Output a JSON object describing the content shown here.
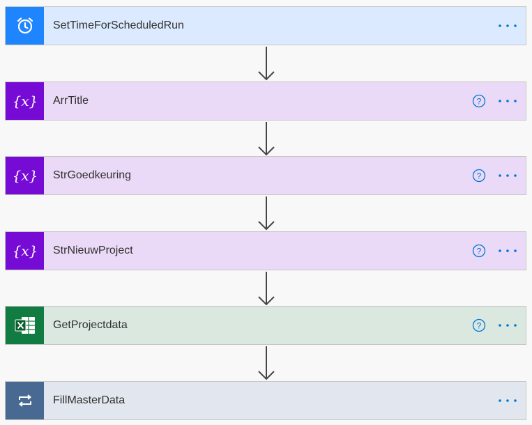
{
  "colors": {
    "schedule_icon_bg": "#1f85ff",
    "schedule_card_bg": "#dbeaff",
    "variable_icon_bg": "#770bd6",
    "variable_card_bg": "#ead9f7",
    "excel_icon_bg": "#107c41",
    "excel_card_bg": "#dae8e0",
    "control_icon_bg": "#486991",
    "control_card_bg": "#e2e6ee",
    "accent": "#0078d4",
    "connector": "#444444"
  },
  "steps": [
    {
      "title": "SetTimeForScheduledRun",
      "icon": "alarm-clock-icon"
    },
    {
      "title": "ArrTitle",
      "icon": "variable-icon"
    },
    {
      "title": "StrGoedkeuring",
      "icon": "variable-icon"
    },
    {
      "title": "StrNieuwProject",
      "icon": "variable-icon"
    },
    {
      "title": "GetProjectdata",
      "icon": "excel-icon"
    },
    {
      "title": "FillMasterData",
      "icon": "loop-icon"
    }
  ],
  "help_symbol": "?",
  "more_symbol": "···"
}
